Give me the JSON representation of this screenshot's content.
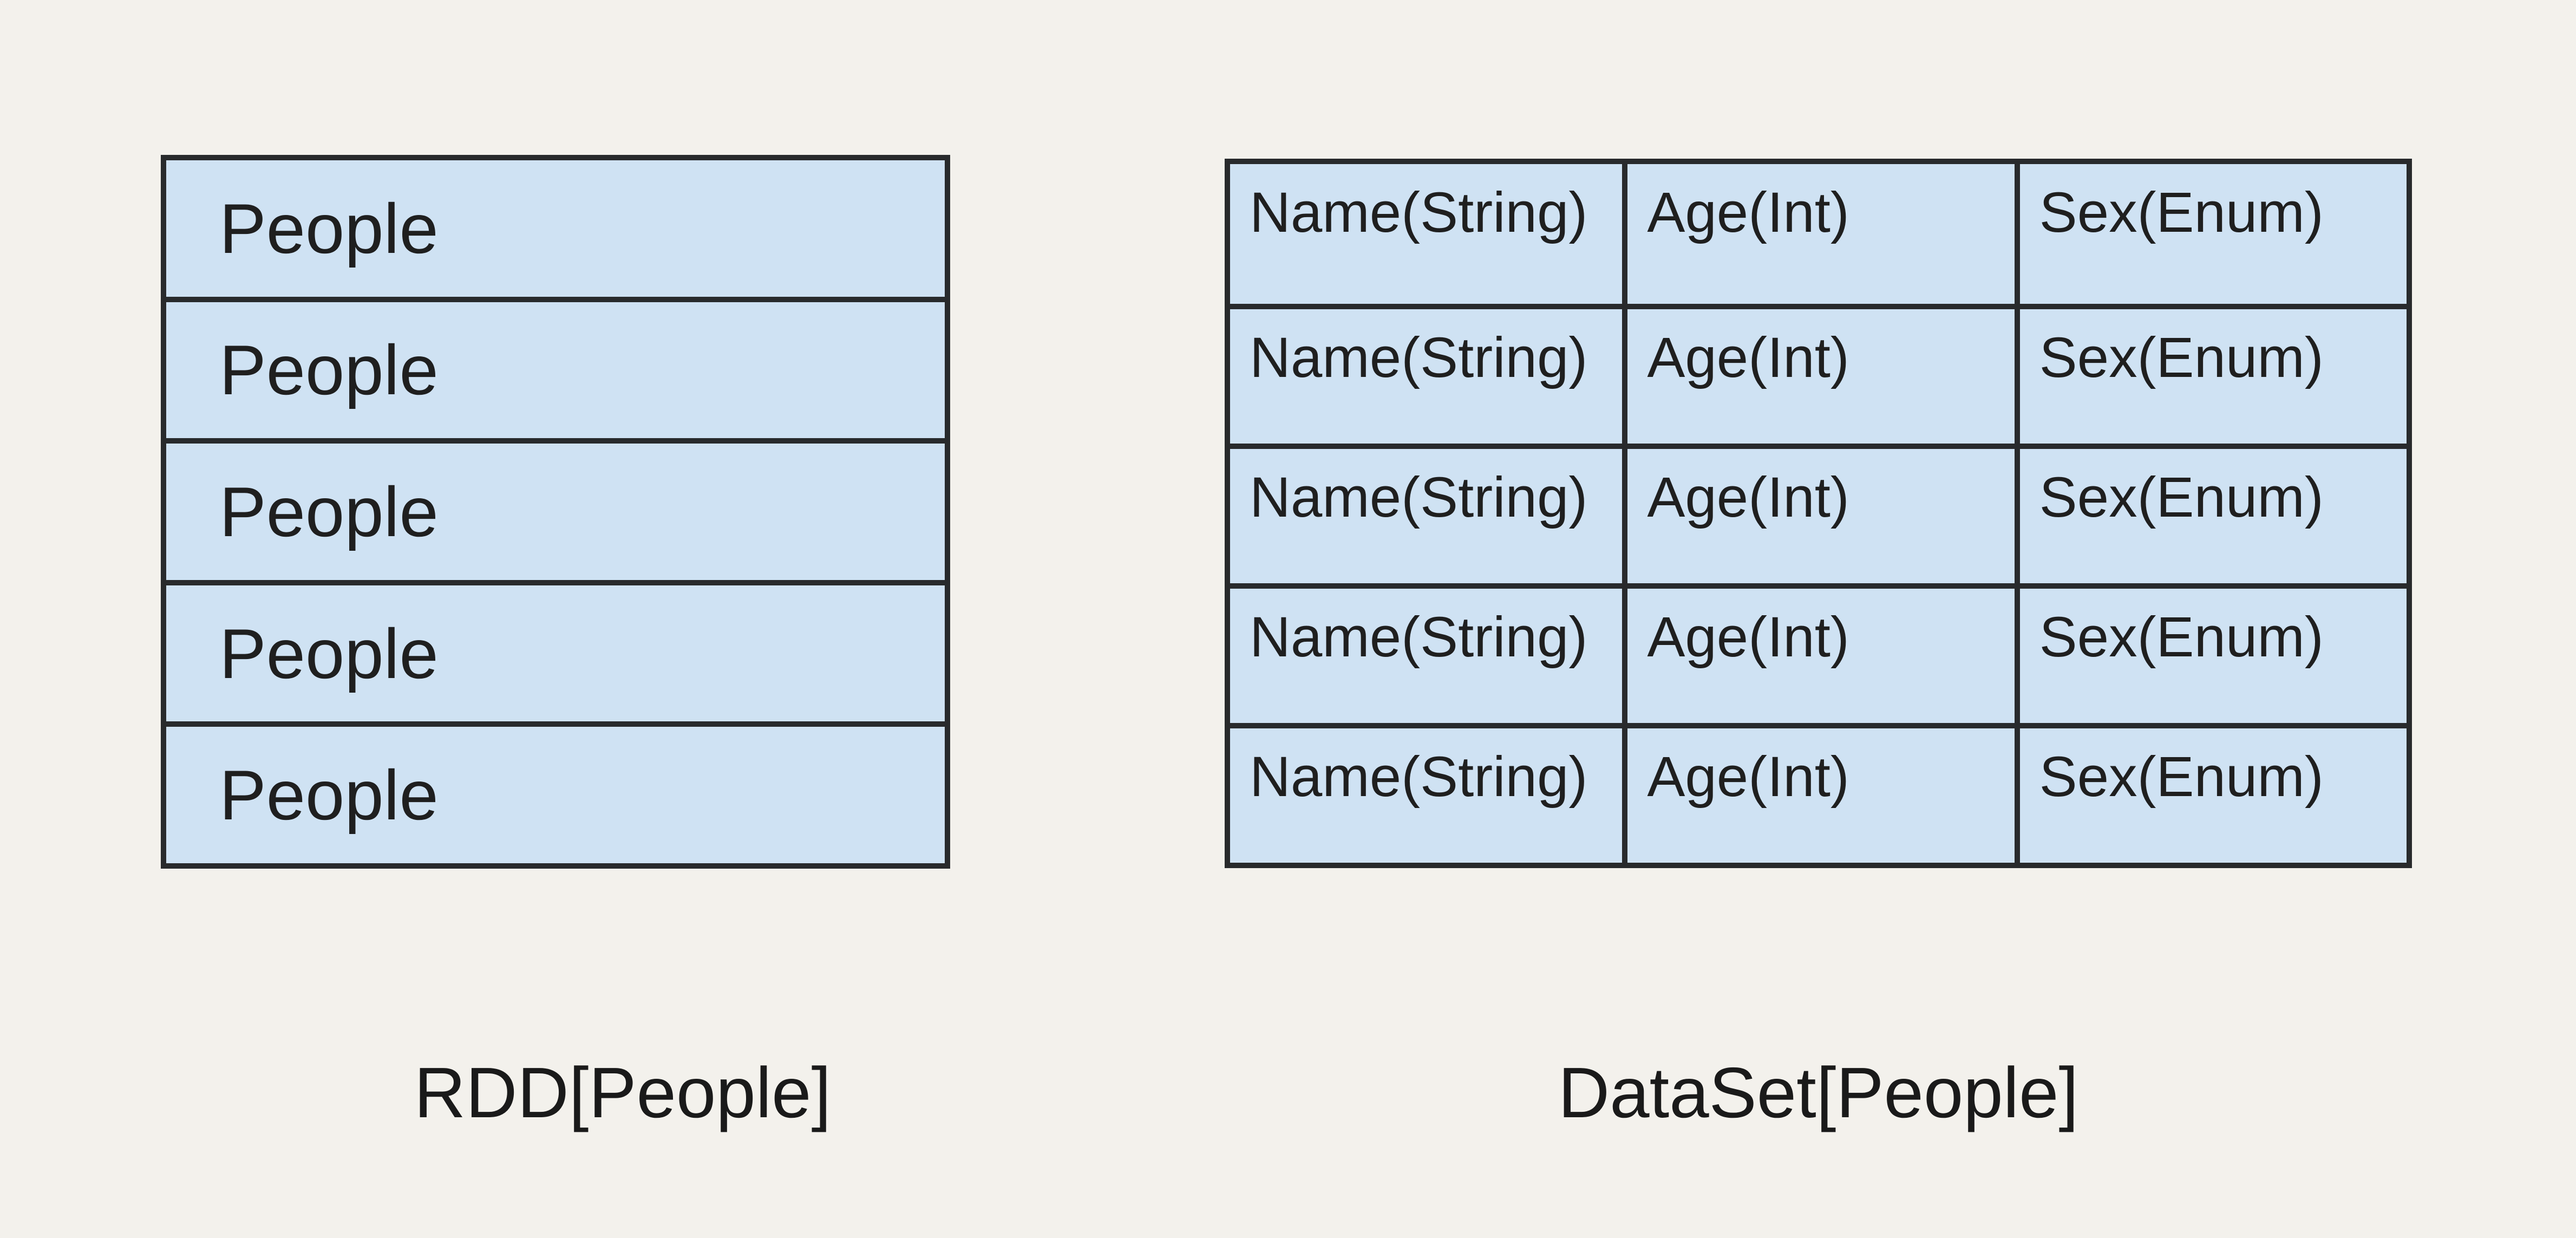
{
  "colors": {
    "background": "#f3f1ec",
    "cell_fill": "#cfe2f3",
    "border": "#282a2c",
    "text": "#1f1f1f"
  },
  "rdd": {
    "label": "RDD[People]",
    "rows": [
      "People",
      "People",
      "People",
      "People",
      "People"
    ]
  },
  "dataset": {
    "label": "DataSet[People]",
    "columns": [
      "Name(String)",
      "Age(Int)",
      "Sex(Enum)"
    ],
    "rows": [
      [
        "Name(String)",
        "Age(Int)",
        "Sex(Enum)"
      ],
      [
        "Name(String)",
        "Age(Int)",
        "Sex(Enum)"
      ],
      [
        "Name(String)",
        "Age(Int)",
        "Sex(Enum)"
      ],
      [
        "Name(String)",
        "Age(Int)",
        "Sex(Enum)"
      ],
      [
        "Name(String)",
        "Age(Int)",
        "Sex(Enum)"
      ]
    ]
  }
}
